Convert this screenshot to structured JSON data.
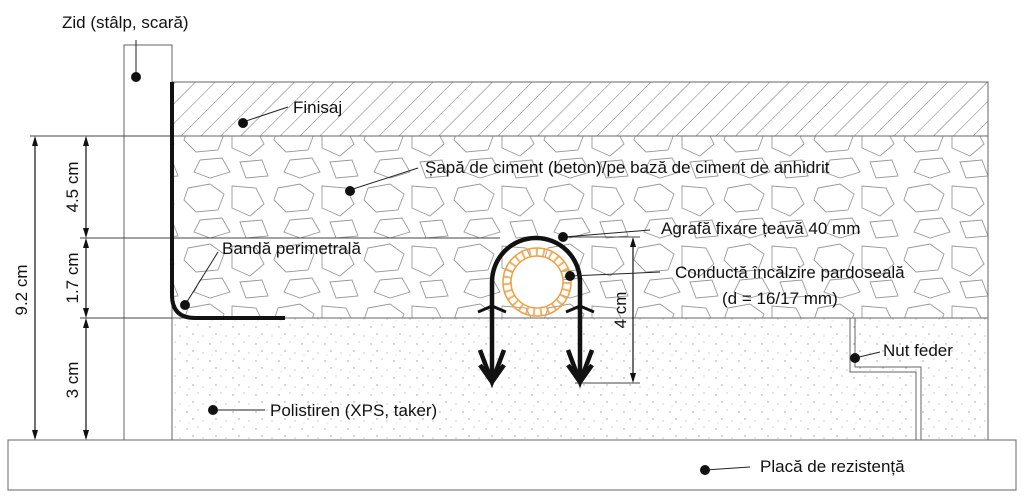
{
  "labels": {
    "wall": "Zid (stâlp, scară)",
    "finish": "Finisaj",
    "screed": "Șapă de ciment (beton)/pe bază de ciment de anhidrit",
    "clip": "Agrafă fixare țeavă 40 mm",
    "band": "Bandă perimetrală",
    "pipe_line1": "Conductă încălzire pardoseală",
    "pipe_line2": "(d = 16/17 mm)",
    "tongue": "Nut feder",
    "insulation": "Polistiren (XPS, taker)",
    "slab": "Placă de rezistență"
  },
  "dimensions": {
    "total": "9.2 cm",
    "screed_top": "4.5 cm",
    "screed_bottom": "1.7 cm",
    "insulation": "3 cm",
    "clip_depth": "4 cm"
  },
  "colors": {
    "pipe": "#f0a040",
    "line": "#111111",
    "texture": "#888888"
  }
}
